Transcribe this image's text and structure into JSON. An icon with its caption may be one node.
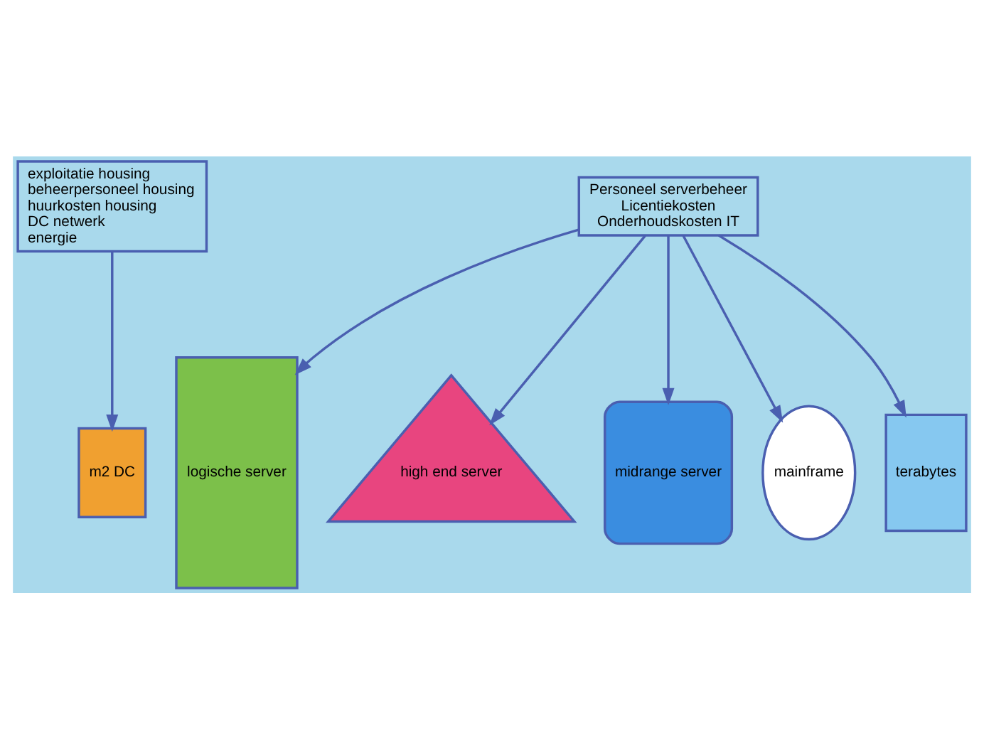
{
  "diagram": {
    "nodes": [
      {
        "text": [
          "exploitatie housing",
          "beheerpersoneel housing",
          "huurkosten housing",
          "DC netwerk",
          "energie"
        ]
      },
      {
        "text": [
          "Personeel serverbeheer",
          "Licentiekosten",
          "Onderhoudskosten IT"
        ]
      },
      {
        "text": [
          "m2 DC"
        ]
      },
      {
        "text": [
          "logische server"
        ]
      },
      {
        "text": [
          "high end server"
        ]
      },
      {
        "text": [
          "midrange server"
        ]
      },
      {
        "text": [
          "mainframe"
        ]
      },
      {
        "text": [
          "terabytes"
        ]
      }
    ],
    "edges": [
      {
        "from": 0,
        "to": 2,
        "arrow": "to"
      },
      {
        "from": 1,
        "to": 3,
        "arrow": "to"
      },
      {
        "from": 1,
        "to": 4,
        "arrow": "to"
      },
      {
        "from": 1,
        "to": 5,
        "arrow": "to"
      },
      {
        "from": 1,
        "to": 6,
        "arrow": "to"
      },
      {
        "from": 1,
        "to": 7,
        "arrow": "to"
      }
    ]
  }
}
